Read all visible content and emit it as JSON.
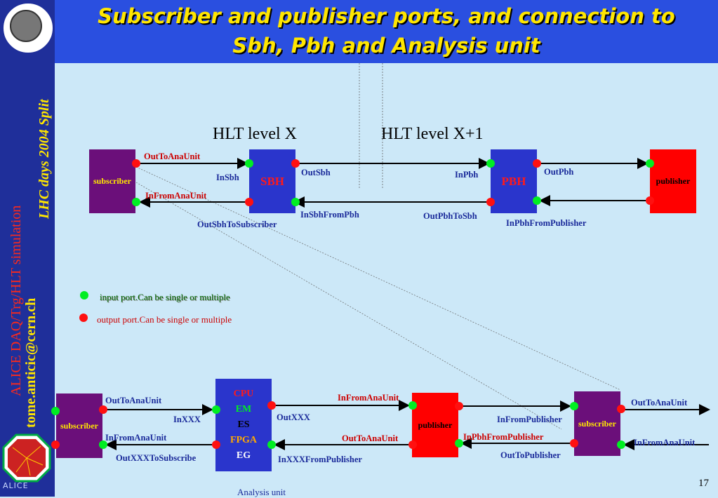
{
  "title": "Subscriber and publisher ports, and connection to\nSbh, Pbh and Analysis unit",
  "sidebar": {
    "logo_icon": "institute-seal-icon",
    "line1": "ALICE DAQ/Trg/HLT simulation",
    "line2": "tome.anticic@cern.ch",
    "line3": "LHC days 2004 Split",
    "bottom_logo_icon": "alice-logo-icon",
    "bottom_logo_text": "ALICE"
  },
  "hlt_level_x": "HLT level  X",
  "hlt_level_x1": "HLT level X+1",
  "top": {
    "subscriber": "subscriber",
    "sbh": "SBH",
    "pbh": "PBH",
    "publisher": "publisher",
    "OutToAnaUnit": "OutToAnaUnit",
    "InFromAnaUnit": "InFromAnaUnit",
    "InSbh": "InSbh",
    "OutSbh": "OutSbh",
    "InPbh": "InPbh",
    "OutPbh": "OutPbh",
    "InSbhFromPbh": "InSbhFromPbh",
    "OutPbhToSbh": "OutPbhToSbh",
    "OutSbhToSubscriber": "OutSbhToSubscriber",
    "InPbhFromPublisher": "InPbhFromPublisher"
  },
  "legend": {
    "input": "input port.Can be single or multiple",
    "output": "output port.Can be single or multiple"
  },
  "bottom": {
    "subscriber_left": "subscriber",
    "cpu": "CPU",
    "em": "EM",
    "es": "ES",
    "fpga": "FPGA",
    "eg": "EG",
    "publisher": "publisher",
    "subscriber_right": "subscriber",
    "OutToAnaUnit_left": "OutToAnaUnit",
    "InFromAnaUnit_left": "InFromAnaUnit",
    "InXXX": "InXXX",
    "OutXXX": "OutXXX",
    "OutXXXToSubscriber": "OutXXXToSubscribe",
    "InXXXFromPublisher": "InXXXFromPublisher",
    "InFromAnaUnit_mid": "InFromAnaUnit",
    "OutToAnaUnit_mid": "OutToAnaUnit",
    "InFromPublisher": "InFromPublisher",
    "InPbhFromPublisher": "InPbhFromPublisher",
    "OutToPublisher": "OutToPublisher",
    "OutToAnaUnit_right": "OutToAnaUnit",
    "InFromAnaUnit_right": "InFromAnaUnit"
  },
  "analysis_unit": "Analysis unit",
  "page_number": "17",
  "colors": {
    "background": "#cce8f8",
    "header": "#2a4fe0",
    "title": "#ffe600",
    "subscriber": "#6b0f7a",
    "handler": "#2a35cc",
    "publisher": "#ff0000",
    "input_port": "#00ee22",
    "output_port": "#ff1010"
  }
}
